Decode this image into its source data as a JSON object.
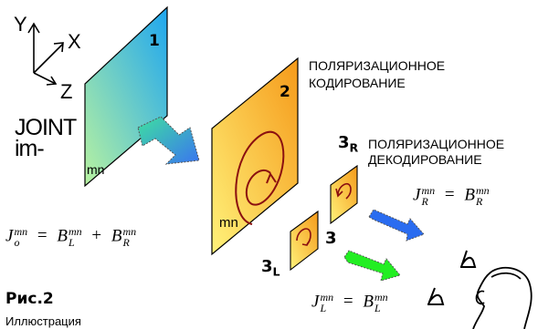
{
  "axes": {
    "y": "Y",
    "x": "X",
    "z": "Z"
  },
  "plate_labels": {
    "p1": "1",
    "p2": "2",
    "p3": "3",
    "p3r": "3",
    "p3r_sub": "R",
    "p3l": "3",
    "p3l_sub": "L",
    "p3_center": "3"
  },
  "mn_labels": {
    "plate1": "mn",
    "plate2": "mn"
  },
  "joint_text": {
    "line1": "JOINT",
    "line2": "im-"
  },
  "captions": {
    "encoding_line1": "ПОЛЯРИЗАЦИОННОЕ",
    "encoding_line2": "КОДИРОВАНИЕ",
    "decoding_line1": "ПОЛЯРИЗАЦИОННОЕ",
    "decoding_line2": "ДЕКОДИРОВАНИЕ"
  },
  "equations": {
    "joint": {
      "lhs": "J",
      "lhs_sup": "mn",
      "lhs_sub": "o",
      "op1": "=",
      "t1": "B",
      "t1_sup": "mn",
      "t1_sub": "L",
      "op2": "+",
      "t2": "B",
      "t2_sup": "mn",
      "t2_sub": "R"
    },
    "right": {
      "lhs": "J",
      "lhs_sup": "mn",
      "lhs_sub": "R",
      "op": "=",
      "rhs": "B",
      "rhs_sup": "mn",
      "rhs_sub": "R"
    },
    "left": {
      "lhs": "J",
      "lhs_sup": "mn",
      "lhs_sub": "L",
      "op": "=",
      "rhs": "B",
      "rhs_sup": "mn",
      "rhs_sub": "L"
    }
  },
  "figure_label": "Рис.2",
  "caption_partial": "Иллюстрация",
  "colors": {
    "plate1_top": "#1ea6f0",
    "plate1_bottom": "#aef0a0",
    "plate2_light": "#fff27a",
    "plate2_dark": "#f5a020",
    "arrow_teal": "#33c9c0",
    "arrow_blue": "#2a6cf0",
    "arrow_green": "#22ee22",
    "spiral": "#8b1010"
  },
  "icons": [
    "axes-icon",
    "eye-icon",
    "eye-icon",
    "head-profile-icon"
  ]
}
